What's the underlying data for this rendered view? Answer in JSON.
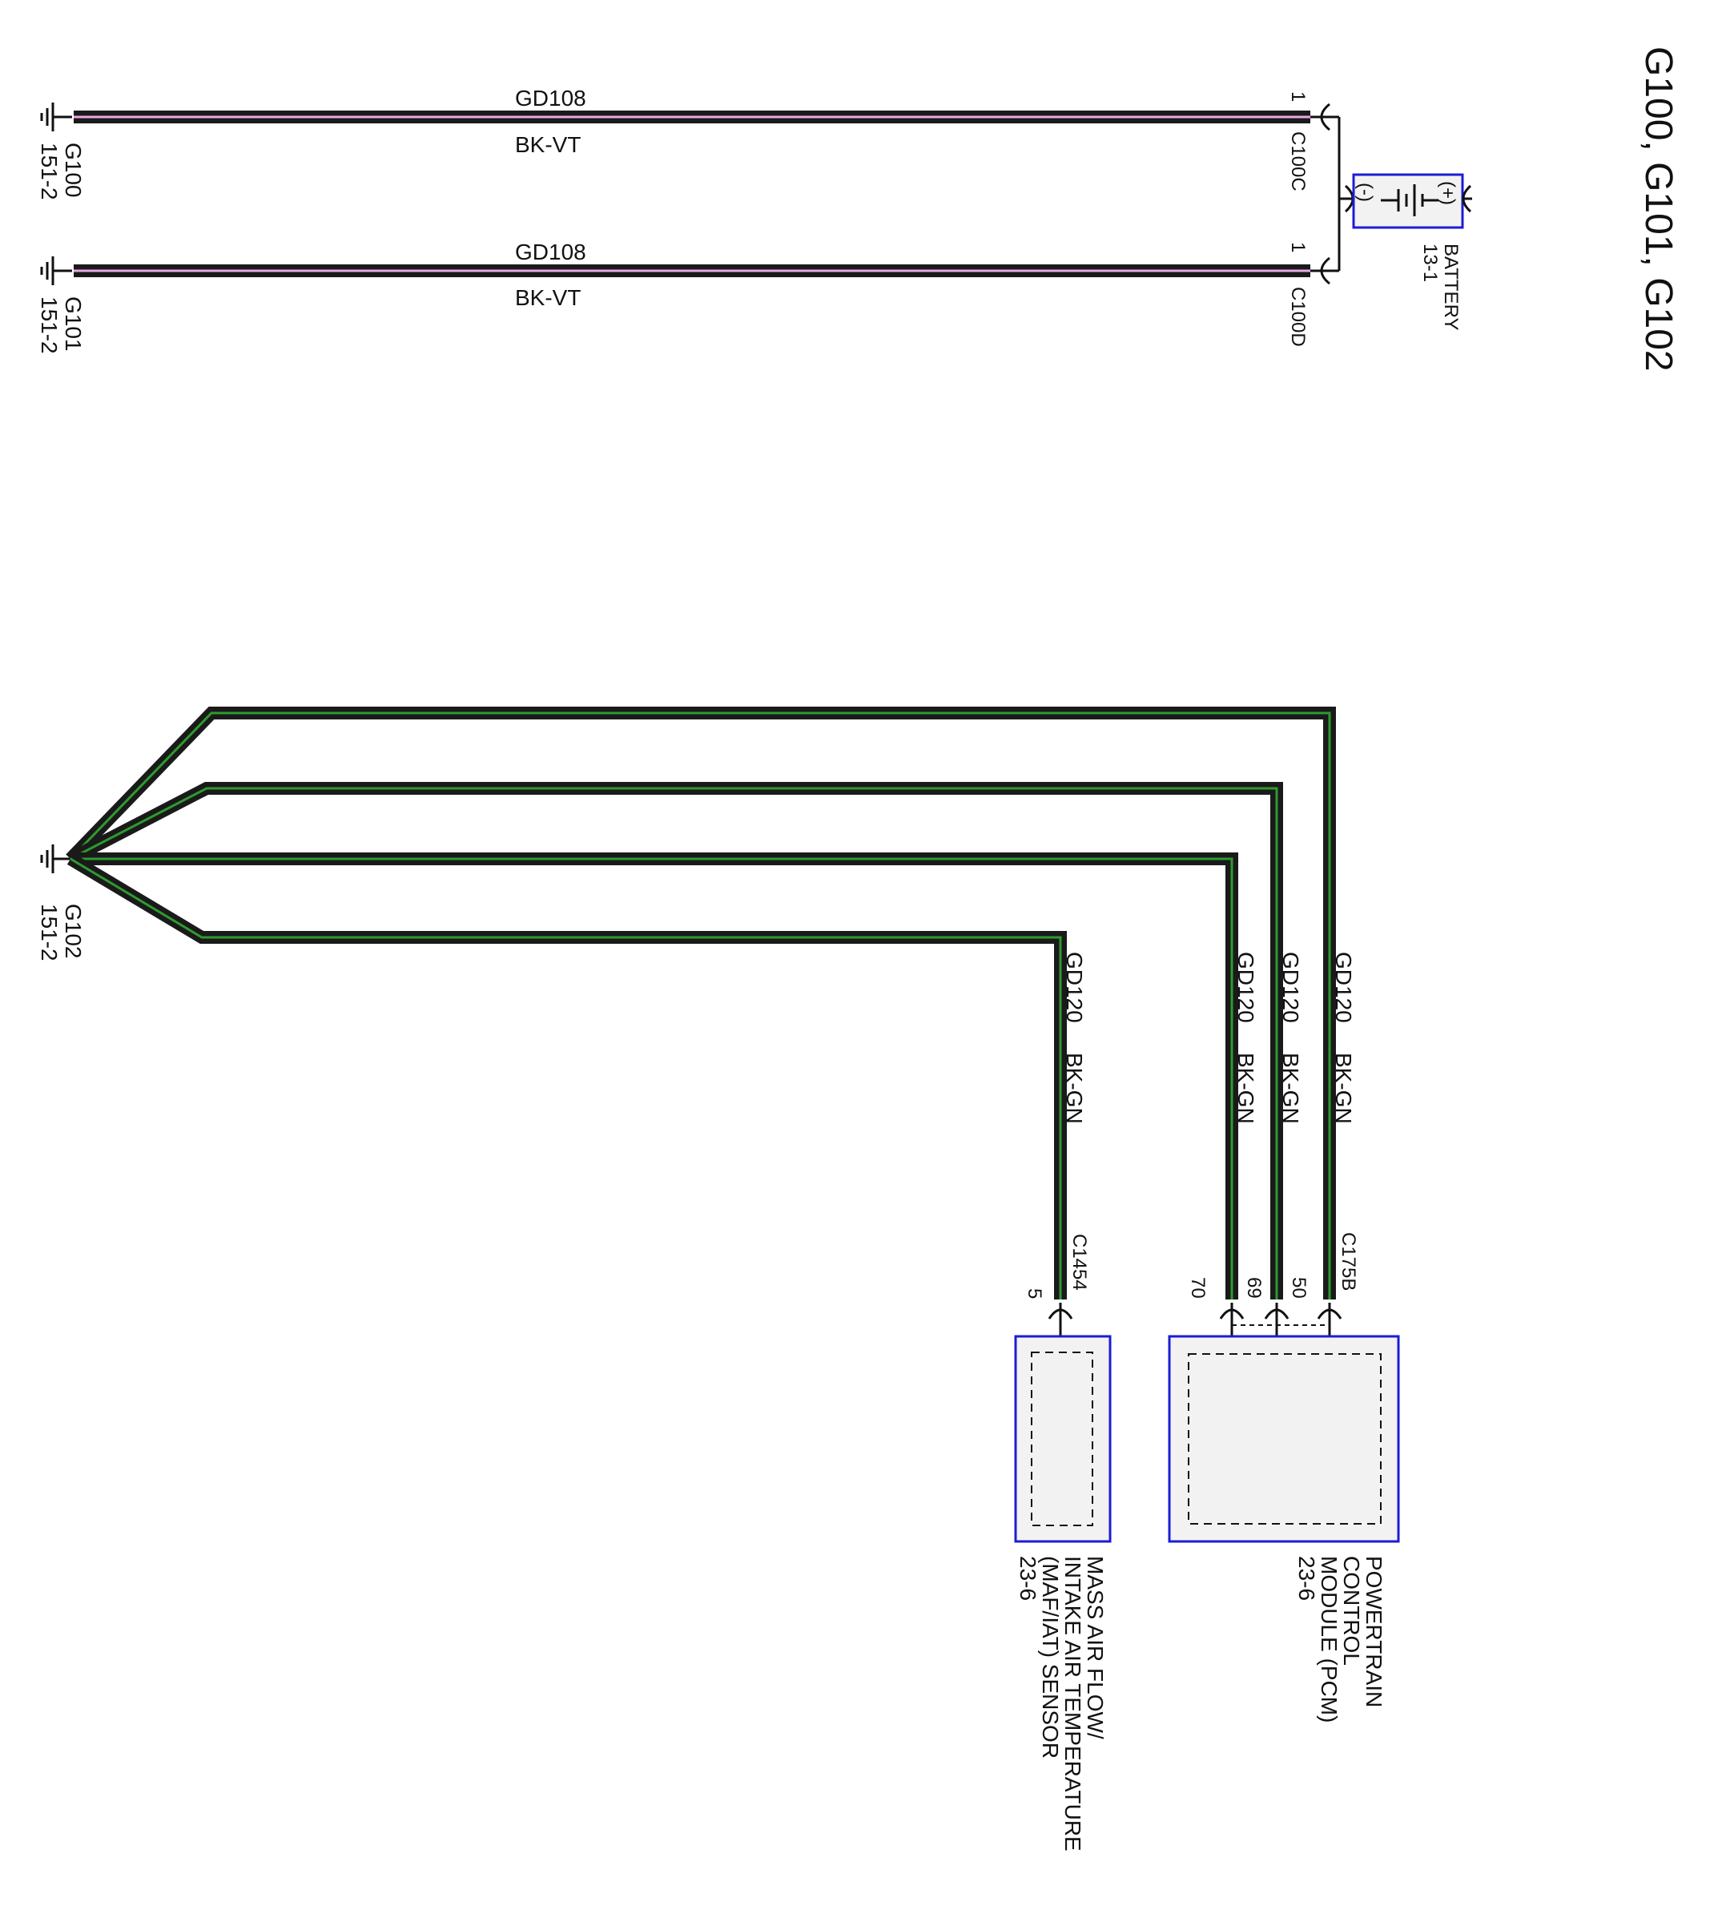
{
  "title": "G100, G101, G102",
  "colors": {
    "wire_core": "#1a1a1a",
    "wire_violet_stripe": "#e8a8e8",
    "wire_green_stripe": "#2e9a2e",
    "component_border": "#1c1cd6",
    "component_fill": "#f2f2f2"
  },
  "grounds": [
    {
      "id": "G100",
      "ref": "151-2"
    },
    {
      "id": "G101",
      "ref": "151-2"
    },
    {
      "id": "G102",
      "ref": "151-2"
    }
  ],
  "wires_gd108": [
    {
      "circuit": "GD108",
      "color_code": "BK-VT",
      "connector": "C100C",
      "pin": "1"
    },
    {
      "circuit": "GD108",
      "color_code": "BK-VT",
      "connector": "C100D",
      "pin": "1"
    }
  ],
  "battery": {
    "name": "BATTERY",
    "ref": "13-1",
    "neg": "(-)",
    "pos": "(+)"
  },
  "wires_gd120": [
    {
      "circuit": "GD120",
      "color_code": "BK-GN",
      "pin": "5"
    },
    {
      "circuit": "GD120",
      "color_code": "BK-GN",
      "pin": "70"
    },
    {
      "circuit": "GD120",
      "color_code": "BK-GN",
      "pin": "69"
    },
    {
      "circuit": "GD120",
      "color_code": "BK-GN",
      "pin": "50"
    }
  ],
  "connectors": {
    "maf": "C1454",
    "pcm": "C175B"
  },
  "maf": {
    "line1": "MASS AIR FLOW/",
    "line2": "INTAKE AIR TEMPERATURE",
    "line3": "(MAF/IAT) SENSOR",
    "ref": "23-6"
  },
  "pcm": {
    "line1": "POWERTRAIN",
    "line2": "CONTROL",
    "line3": "MODULE (PCM)",
    "ref": "23-6"
  }
}
